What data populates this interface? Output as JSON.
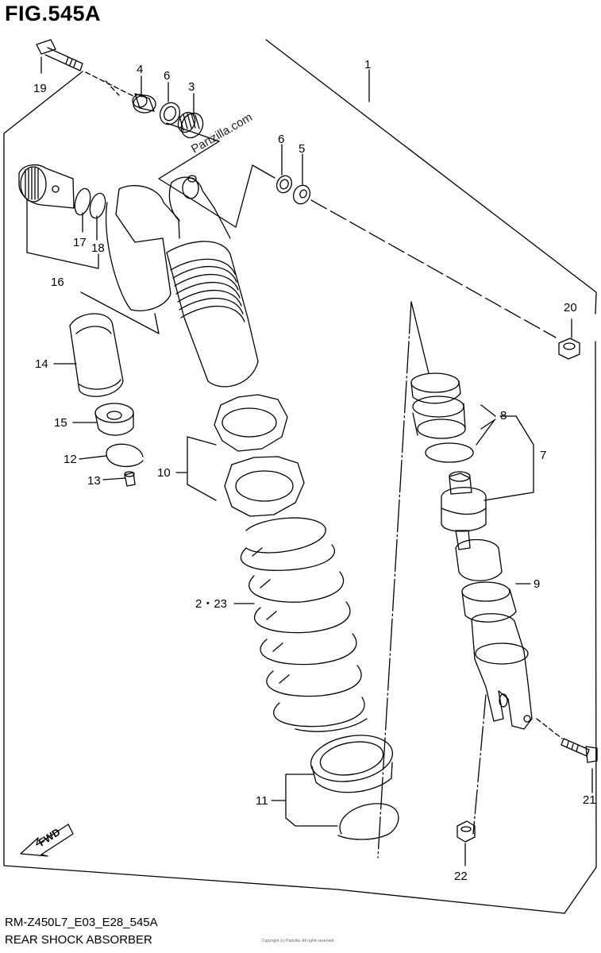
{
  "figure": {
    "title": "FIG.545A",
    "code": "RM-Z450L7_E03_E28_545A",
    "name": "REAR SHOCK ABSORBER",
    "watermark": "Partzilla.com",
    "fine_print": "Copyright (c) Partzilla. All rights reserved.",
    "fwd_label": "FWD"
  },
  "callouts": [
    {
      "id": "c1",
      "label": "1"
    },
    {
      "id": "c2_23",
      "label": "2・23"
    },
    {
      "id": "c3",
      "label": "3"
    },
    {
      "id": "c4",
      "label": "4"
    },
    {
      "id": "c5",
      "label": "5"
    },
    {
      "id": "c6a",
      "label": "6"
    },
    {
      "id": "c6b",
      "label": "6"
    },
    {
      "id": "c7",
      "label": "7"
    },
    {
      "id": "c8",
      "label": "8"
    },
    {
      "id": "c9",
      "label": "9"
    },
    {
      "id": "c10",
      "label": "10"
    },
    {
      "id": "c11",
      "label": "11"
    },
    {
      "id": "c12",
      "label": "12"
    },
    {
      "id": "c13",
      "label": "13"
    },
    {
      "id": "c14",
      "label": "14"
    },
    {
      "id": "c15",
      "label": "15"
    },
    {
      "id": "c16",
      "label": "16"
    },
    {
      "id": "c17",
      "label": "17"
    },
    {
      "id": "c18",
      "label": "18"
    },
    {
      "id": "c19",
      "label": "19"
    },
    {
      "id": "c20",
      "label": "20"
    },
    {
      "id": "c21",
      "label": "21"
    },
    {
      "id": "c22",
      "label": "22"
    }
  ]
}
